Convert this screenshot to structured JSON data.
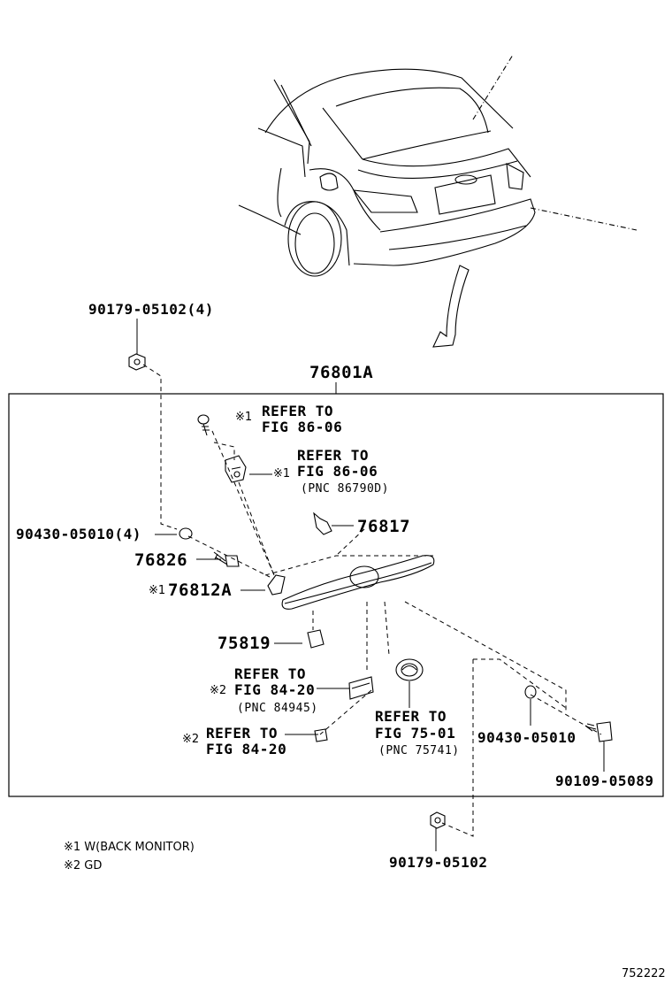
{
  "markers": {
    "m1": "※1",
    "m2": "※2"
  },
  "parts": {
    "screw_top": "90179-05102(4)",
    "assembly": "76801A",
    "washer_left": "90430-05010(4)",
    "bolt_76826": "76826",
    "garnish": "76812A",
    "clip_76817": "76817",
    "clip_75819": "75819",
    "washer_right": "90430-05010",
    "screw_right": "90109-05089",
    "screw_bottom": "90179-05102"
  },
  "refs": {
    "r1": {
      "line1": "REFER TO",
      "line2": "FIG 86-06"
    },
    "r2": {
      "line1": "REFER TO",
      "line2": "FIG 86-06",
      "line3": "(PNC 86790D)"
    },
    "r3": {
      "line1": "REFER TO",
      "line2": "FIG 84-20",
      "line3": "(PNC 84945)"
    },
    "r4": {
      "line1": "REFER TO",
      "line2": "FIG 84-20"
    },
    "r5": {
      "line1": "REFER TO",
      "line2": "FIG 75-01",
      "line3": "(PNC 75741)"
    }
  },
  "notes": {
    "n1": "※1 W(BACK MONITOR)",
    "n2": "※2 GD"
  },
  "figure_id": "752222"
}
